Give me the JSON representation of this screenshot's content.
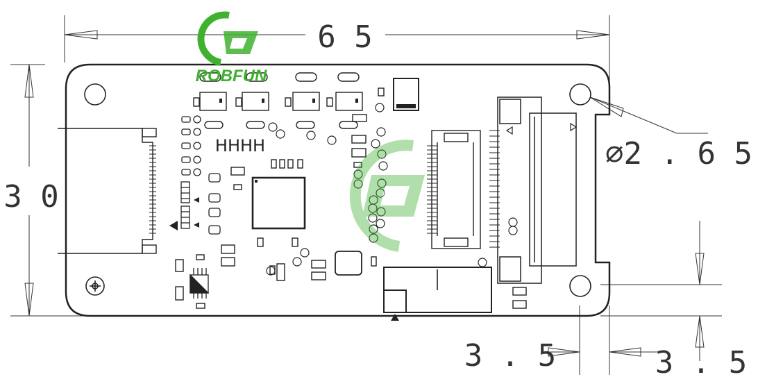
{
  "drawing": {
    "dim_width": "6 5",
    "dim_height": "3 0",
    "dim_hole": "∅2 . 6 5",
    "dim_offset_x": "3 . 5",
    "dim_offset_y": "3 . 5",
    "silkscreen_label": "HHHH"
  },
  "logo": {
    "brand_text": "ROBFUN",
    "brand_color": "#3fb12f",
    "icon": "robfun-logo-icon"
  },
  "watermark": {
    "icon": "robfun-watermark-icon",
    "color": "#3fb12f"
  }
}
